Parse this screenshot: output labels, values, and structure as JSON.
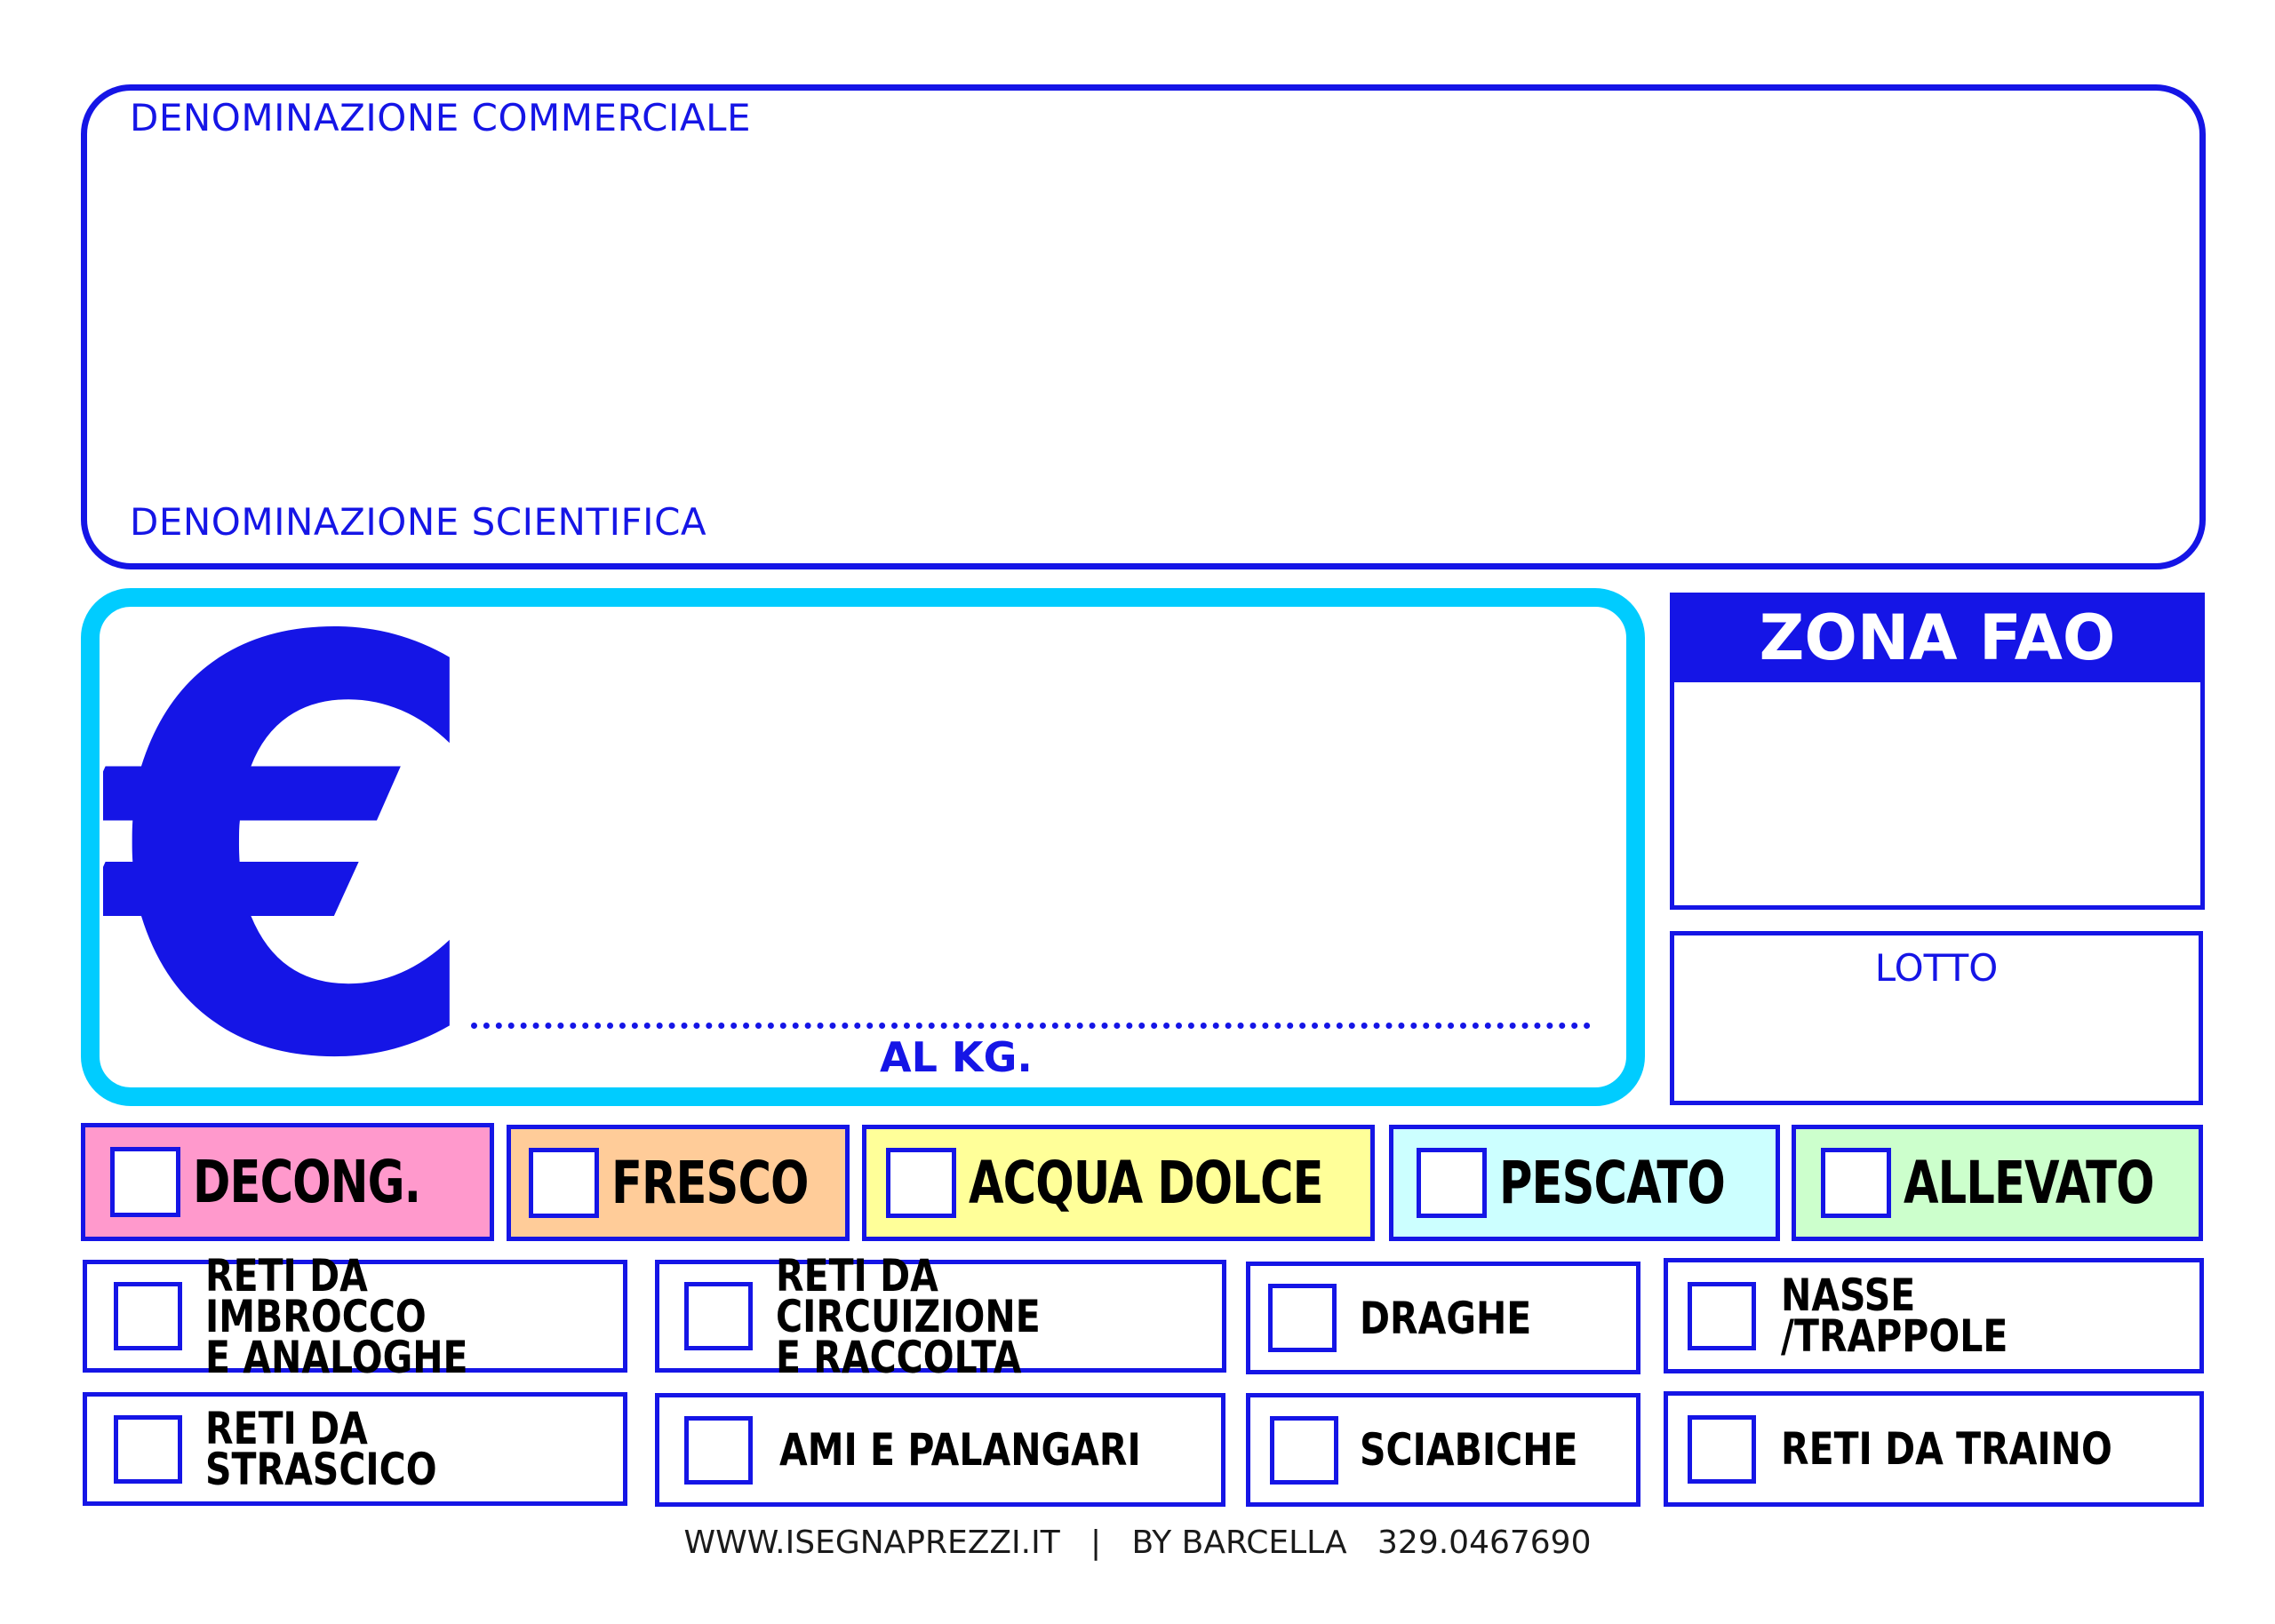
{
  "labels": {
    "commerciale": "DENOMINAZIONE COMMERCIALE",
    "scientifica": "DENOMINAZIONE SCIENTIFICA",
    "currency_symbol": "€",
    "per_unit": "AL KG.",
    "zona_fao": "ZONA FAO",
    "lotto": "LOTTO"
  },
  "categories": [
    {
      "label": "DECONG.",
      "color": "#ff99cc"
    },
    {
      "label": "FRESCO",
      "color": "#ffcc99"
    },
    {
      "label": "ACQUA DOLCE",
      "color": "#ffff99"
    },
    {
      "label": "PESCATO",
      "color": "#ccffff"
    },
    {
      "label": "ALLEVATO",
      "color": "#ccffcc"
    }
  ],
  "gear": [
    {
      "label": "RETI DA IMBROCCO\nE ANALOGHE"
    },
    {
      "label": "RETI DA CIRCUIZIONE\nE RACCOLTA"
    },
    {
      "label": "DRAGHE"
    },
    {
      "label": "NASSE /TRAPPOLE"
    },
    {
      "label": "RETI DA STRASCICO"
    },
    {
      "label": "AMI E PALANGARI"
    },
    {
      "label": "SCIABICHE"
    },
    {
      "label": "RETI DA TRAINO"
    }
  ],
  "footer": "WWW.ISEGNAPREZZI.IT   |   BY BARCELLA   329.0467690",
  "colors": {
    "blue": "#1515e6",
    "cyan": "#00ccff"
  }
}
